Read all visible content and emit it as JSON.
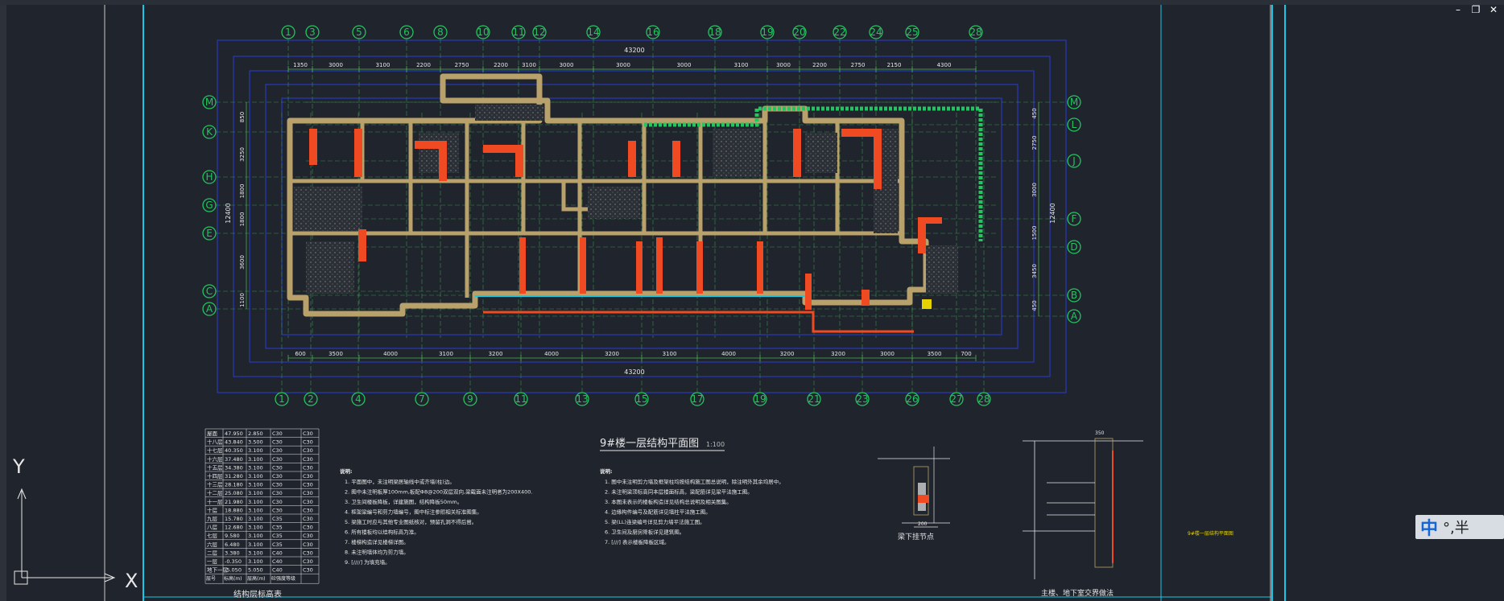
{
  "window": {
    "minimize": "–",
    "restore": "❐",
    "close": "✕"
  },
  "drawing": {
    "title": "9#楼一层结构平面图",
    "scale": "1:100",
    "top_grid": [
      "1",
      "3",
      "5",
      "6",
      "8",
      "10",
      "11",
      "12",
      "14",
      "16",
      "18",
      "19",
      "20",
      "22",
      "24",
      "25",
      "28"
    ],
    "bottom_grid": [
      "1",
      "2",
      "4",
      "7",
      "9",
      "11",
      "13",
      "15",
      "17",
      "19",
      "21",
      "23",
      "26",
      "27",
      "28"
    ],
    "left_grid": [
      "M",
      "K",
      "H",
      "G",
      "E",
      "C",
      "A"
    ],
    "right_grid": [
      "M",
      "L",
      "J",
      "F",
      "D",
      "B",
      "A"
    ],
    "top_total": "43200",
    "bottom_total": "43200",
    "top_dims": [
      "1350",
      "3000",
      "3100",
      "2200",
      "2750",
      "2200",
      "3100",
      "3000",
      "3000",
      "3000",
      "3100",
      "3000",
      "2200",
      "2750",
      "2150",
      "4300"
    ],
    "bottom_dims": [
      "600",
      "3500",
      "4000",
      "3100",
      "3200",
      "4000",
      "3200",
      "3100",
      "4000",
      "3200",
      "3200",
      "3000",
      "3500",
      "700"
    ],
    "left_dims": [
      "850",
      "3250",
      "1800",
      "1800",
      "3600",
      "1100"
    ],
    "left_total": "12400",
    "right_dims": [
      "450",
      "2750",
      "3000",
      "1500",
      "3450",
      "450"
    ],
    "right_total": "12400"
  },
  "level_table": {
    "title": "结构层标高表",
    "header": [
      "层号",
      "标高(m)",
      "层高(m)",
      "砼强度等级",
      ""
    ],
    "rows": [
      [
        "屋面",
        "47.950",
        "2.850",
        "C30",
        "C30"
      ],
      [
        "十八层",
        "43.840",
        "3.500",
        "C30",
        "C30"
      ],
      [
        "十七层",
        "40.350",
        "3.100",
        "C30",
        "C30"
      ],
      [
        "十六层",
        "37.480",
        "3.100",
        "C30",
        "C30"
      ],
      [
        "十五层",
        "34.380",
        "3.100",
        "C30",
        "C30"
      ],
      [
        "十四层",
        "31.280",
        "3.100",
        "C30",
        "C30"
      ],
      [
        "十三层",
        "28.180",
        "3.100",
        "C30",
        "C30"
      ],
      [
        "十二层",
        "25.080",
        "3.100",
        "C30",
        "C30"
      ],
      [
        "十一层",
        "21.980",
        "3.100",
        "C30",
        "C30"
      ],
      [
        "十层",
        "18.880",
        "3.100",
        "C30",
        "C30"
      ],
      [
        "九层",
        "15.780",
        "3.100",
        "C35",
        "C30"
      ],
      [
        "八层",
        "12.680",
        "3.100",
        "C35",
        "C30"
      ],
      [
        "七层",
        "9.580",
        "3.100",
        "C35",
        "C30"
      ],
      [
        "六层",
        "6.480",
        "3.100",
        "C35",
        "C30"
      ],
      [
        "二层",
        "3.380",
        "3.100",
        "C40",
        "C30"
      ],
      [
        "一层",
        "-0.350",
        "3.100",
        "C40",
        "C30"
      ],
      [
        "地下一层",
        "-5.050",
        "5.050",
        "C40",
        "C30"
      ]
    ]
  },
  "notes_left": {
    "heading": "说明:",
    "lines": [
      "1. 平面图中，未注明梁居轴线中或齐墙(柱)边。",
      "2. 图中未注明板厚100mm,板配Φ8@200双层双向,梁截面未注明者为200X400.",
      "3. 卫生间楼板降板，详建施图，结构降板50mm。",
      "4. 框架梁编号和剪力墙编号，图中标注参照相关标准图集。",
      "5. 梁施工时应与其他专业图纸核对，预留孔洞不得后凿。",
      "6. 所有楼板均以结构标高为准。",
      "7. 楼梯构造详见楼梯详图。",
      "8. 未注明墙体均为剪力墙。",
      "9. [////] 为填充墙。"
    ]
  },
  "notes_right": {
    "heading": "说明:",
    "lines": [
      "1. 图中未注明剪力墙及框架柱均按结构施工图总说明，除注明外其余均居中。",
      "2. 未注明梁顶标高同本层楼面标高，梁配筋详见梁平法施工图。",
      "3. 本图未表示的楼板构造详见结构总说明及相关图集。",
      "4. 边缘构件编号及配筋详见墙柱平法施工图。",
      "5. 梁(LL)连梁编号详见剪力墙平法施工图。",
      "6. 卫生间及厨房降板详见建筑图。",
      "7. [///] 表示楼板降板区域。"
    ]
  },
  "detail_beam": {
    "label": "梁下挂节点",
    "dim": "200"
  },
  "detail_section": {
    "label": "主楼、地下室交界做法",
    "dim_top": "350"
  },
  "side_label": "9#楼一层结构平面图",
  "ucs": {
    "y": "Y",
    "x": "X"
  },
  "ime": {
    "lang": "中",
    "symbols": "°,半"
  },
  "colors": {
    "bg": "#1f242d",
    "grid": "#22c55e",
    "dim": "#4caf50",
    "wall": "#b8a16a",
    "column": "#f04a22",
    "frame": "#2a3bd6",
    "cyan": "#17c9e8",
    "text": "#e8e8e8"
  }
}
